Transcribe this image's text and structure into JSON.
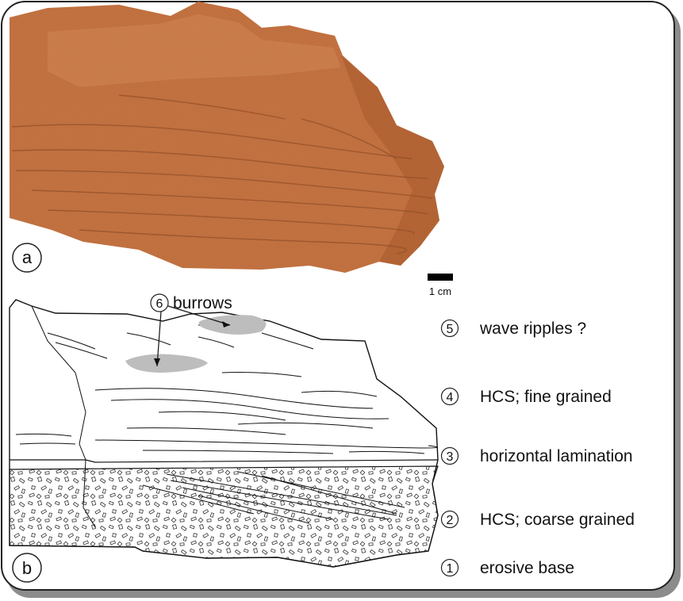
{
  "panels": {
    "a": "a",
    "b": "b"
  },
  "scale_bar": {
    "label": "1 cm"
  },
  "burrows": {
    "number": "6",
    "label": "burrows"
  },
  "legend": [
    {
      "number": "5",
      "label": "wave ripples ?"
    },
    {
      "number": "4",
      "label": "HCS; fine grained"
    },
    {
      "number": "3",
      "label": "horizontal lamination"
    },
    {
      "number": "2",
      "label": "HCS; coarse grained"
    },
    {
      "number": "1",
      "label": "erosive base"
    }
  ],
  "colors": {
    "rock": "#c2703f",
    "rock_light": "#d99262",
    "rock_dark": "#8e4a24",
    "burrow_fill": "#bdbdbd",
    "frame_shadow": "#8c8c8c"
  }
}
